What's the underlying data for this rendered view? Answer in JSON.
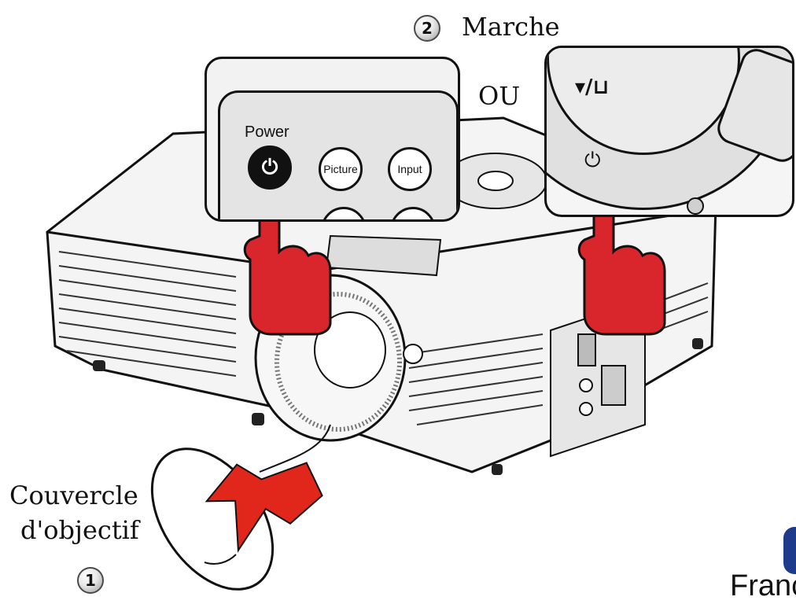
{
  "step2": {
    "number": "2",
    "label": "Marche"
  },
  "or_label": "OU",
  "remote": {
    "power_label": "Power",
    "picture_label": "Picture",
    "input_label": "Input"
  },
  "step1": {
    "label_line1": "Couvercle",
    "label_line2": "d'objectif",
    "number": "1"
  },
  "footer": {
    "language_text": "Franc"
  },
  "colors": {
    "hand": "#d9262c",
    "arrow": "#e1261c",
    "outline": "#111111",
    "badge": "#1e3a8a"
  }
}
